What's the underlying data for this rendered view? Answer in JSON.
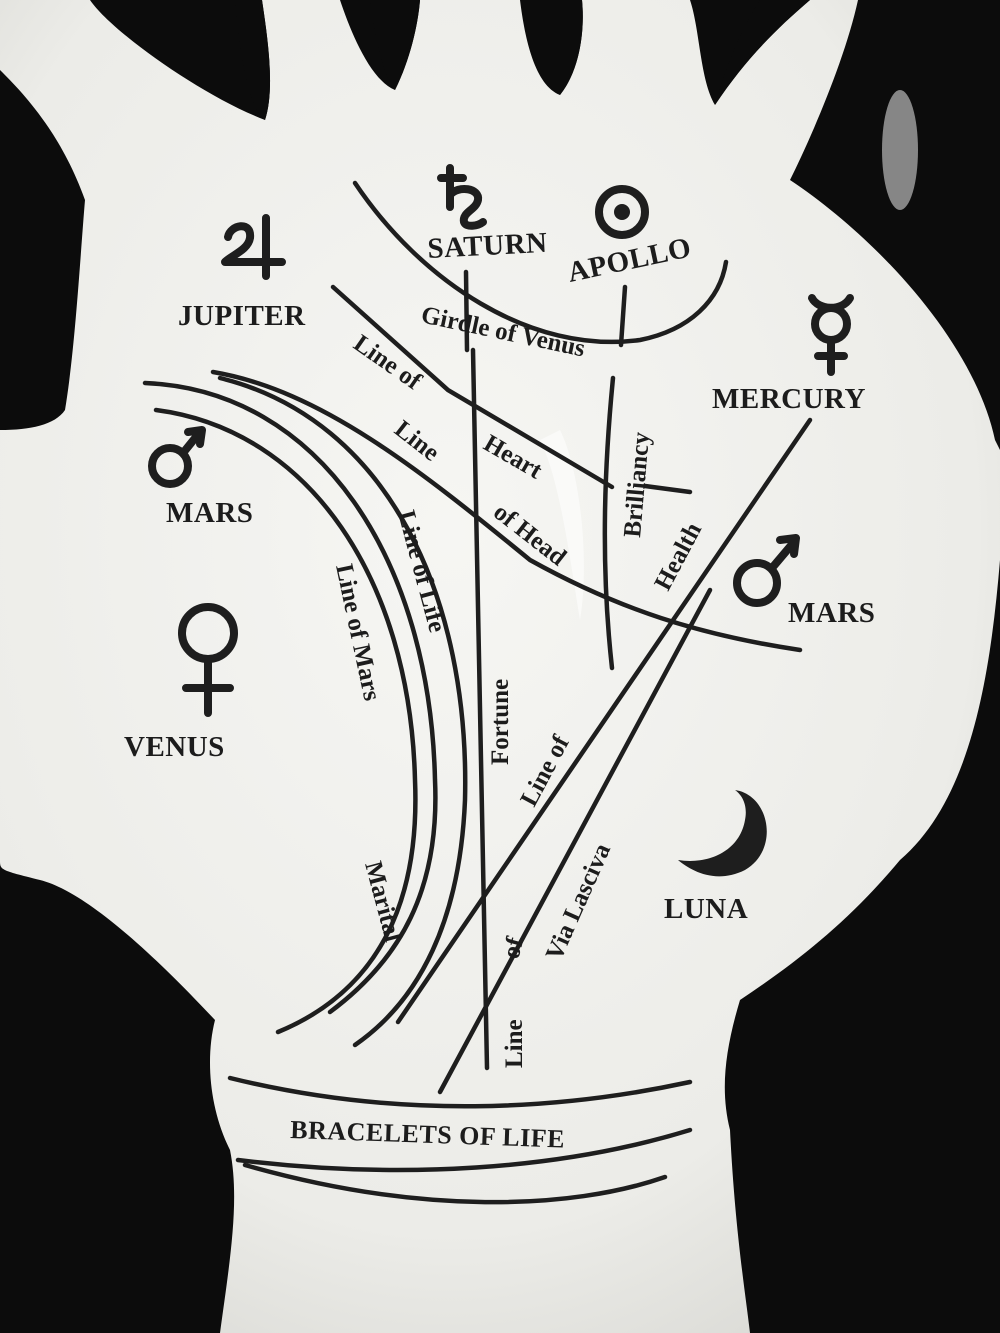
{
  "colors": {
    "background": "#0c0c0c",
    "porcelain": "#eeeeea",
    "ink": "#1e1e1e"
  },
  "mounts": {
    "saturn": "SATURN",
    "apollo": "APOLLO",
    "jupiter": "JUPITER",
    "mercury": "MERCURY",
    "mars_left": "MARS",
    "mars_right": "MARS",
    "venus": "VENUS",
    "luna": "LUNA"
  },
  "palm_lines": {
    "girdle_of_venus": "Girdle of Venus",
    "line_of_heart_1": "Line of",
    "line_of_heart_2": "Heart",
    "line_of_head_1": "Line",
    "line_of_head_2": "of Head",
    "brilliancy": "Brilliancy",
    "health": "Health",
    "line_of_life": "Line of Life",
    "line_of_mars": "Line of Mars",
    "fortune_1": "Fortune",
    "fortune_2": "Line of",
    "marital": "Marital",
    "via_lasciva_1": "Line",
    "via_lasciva_2": "of",
    "via_lasciva_3": "Via Lasciva"
  },
  "bracelets": "BRACELETS OF LIFE",
  "symbols": [
    "saturn-symbol",
    "sun-symbol",
    "jupiter-symbol",
    "mercury-symbol",
    "mars-symbol",
    "venus-symbol",
    "moon-symbol"
  ]
}
